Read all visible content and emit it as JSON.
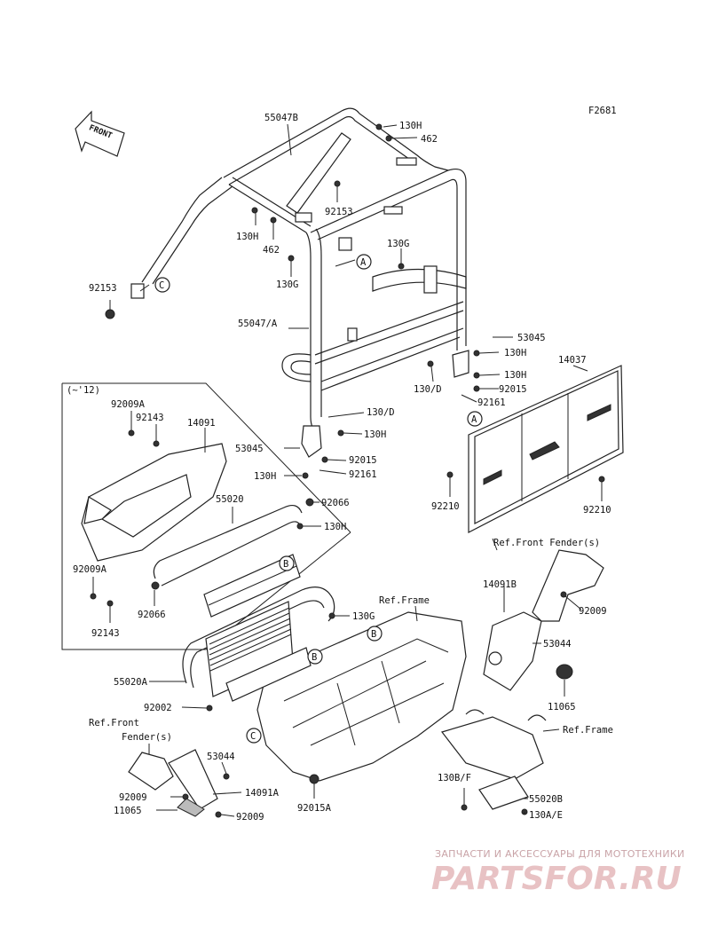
{
  "diagram": {
    "code": "F2681",
    "front_arrow_label": "FRONT",
    "inset_note": "(~'12)",
    "callouts": {
      "A1": "A",
      "A2": "A",
      "B1": "B",
      "B2": "B",
      "B3": "B",
      "C1": "C",
      "C2": "C"
    },
    "labels": {
      "p55047B": "55047B",
      "p130H_1": "130H",
      "p462_1": "462",
      "p92153_1": "92153",
      "p130H_2": "130H",
      "p462_2": "462",
      "p130G_1": "130G",
      "p130G_2": "130G",
      "p92153_2": "92153",
      "p55047A": "55047/A",
      "p53045_1": "53045",
      "p130H_3": "130H",
      "p14037": "14037",
      "p130H_4": "130H",
      "p130D_1": "130/D",
      "p92015_1": "92015",
      "p92161_1": "92161",
      "p130D_2": "130/D",
      "p130H_5": "130H",
      "p53045_2": "53045",
      "p92015_2": "92015",
      "p130H_6": "130H",
      "p92161_2": "92161",
      "p92210_1": "92210",
      "p92210_2": "92210",
      "p92009A_1": "92009A",
      "p92143_1": "92143",
      "p14091": "14091",
      "p55020": "55020",
      "p92066_1": "92066",
      "p130H_7": "130H",
      "p92009A_2": "92009A",
      "p92066_2": "92066",
      "p92143_2": "92143",
      "p_ref_front_fender_r": "Ref.Front Fender(s)",
      "p_ref_frame_1": "Ref.Frame",
      "p14091B": "14091B",
      "p130G_3": "130G",
      "p92009_1": "92009",
      "p53044_1": "53044",
      "p55020A": "55020A",
      "p11065_1": "11065",
      "p92002": "92002",
      "p_ref_front_l1": "Ref.Front",
      "p_ref_front_l2": "Fender(s)",
      "p_ref_frame_2": "Ref.Frame",
      "p53044_2": "53044",
      "p92009_2": "92009",
      "p14091A": "14091A",
      "p11065_2": "11065",
      "p92015A": "92015A",
      "p92009_3": "92009",
      "p130BF": "130B/F",
      "p55020B": "55020B",
      "p130AE": "130A/E"
    }
  },
  "watermark": {
    "tagline": "ЗАПЧАСТИ И АКСЕССУАРЫ ДЛЯ МОТОТЕХНИКИ",
    "site": "PARTSFOR.RU"
  }
}
